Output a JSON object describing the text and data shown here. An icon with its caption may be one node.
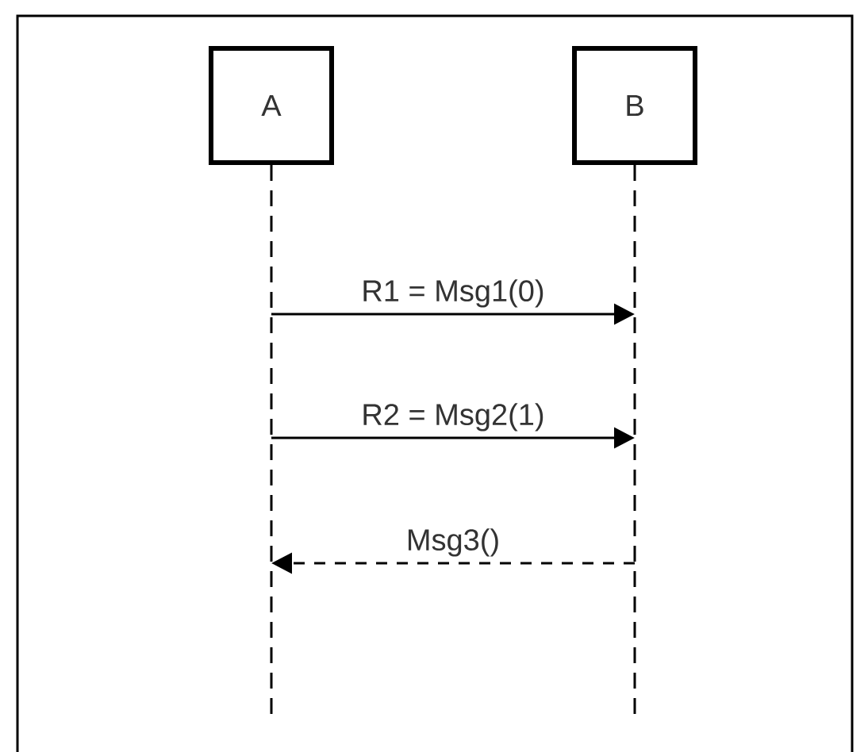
{
  "diagram": {
    "nodes": [
      {
        "text": [
          "A"
        ]
      },
      {
        "text": [
          "B"
        ]
      }
    ],
    "edges": [
      {
        "from": 0,
        "to": 1,
        "arrow": "to",
        "label": "R1 = Msg1(0)"
      },
      {
        "from": 0,
        "to": 1,
        "arrow": "to",
        "label": "R2 = Msg2(1)"
      },
      {
        "from": 1,
        "to": 0,
        "arrow": "to",
        "label": "Msg3()",
        "style": "dashed"
      }
    ]
  }
}
